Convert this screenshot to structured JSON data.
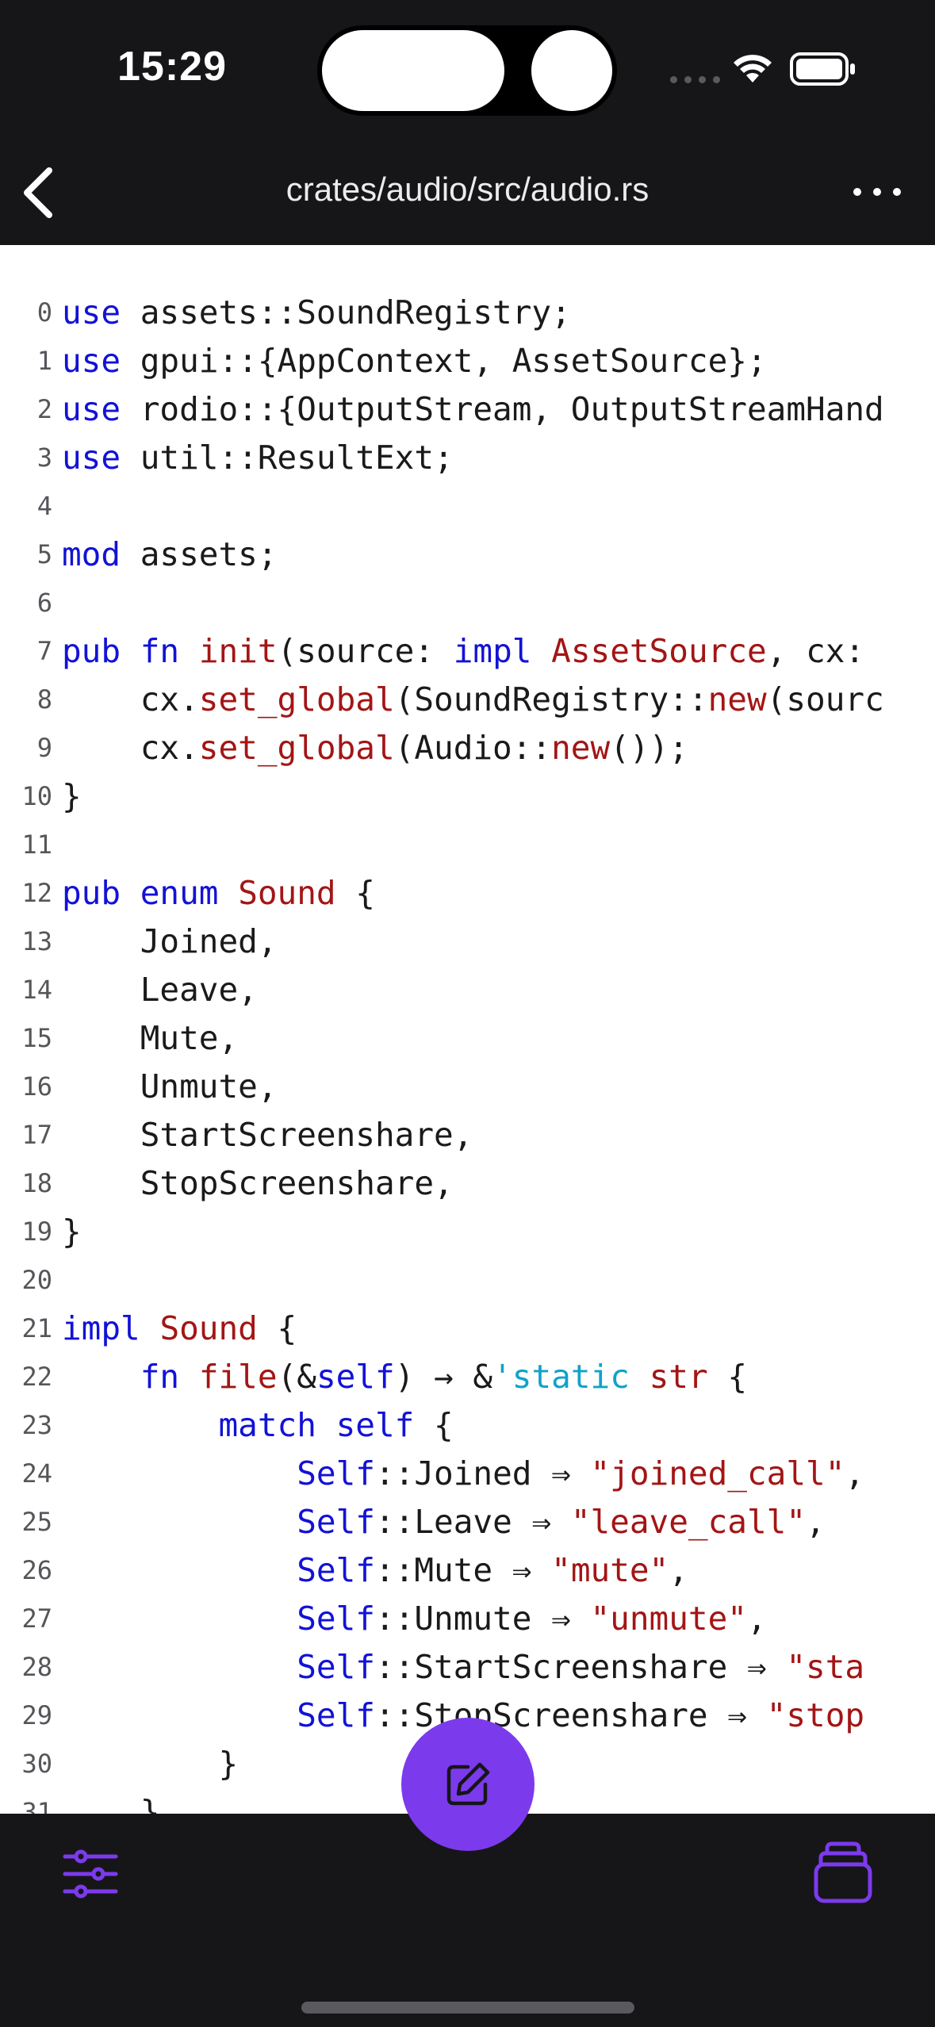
{
  "status_bar": {
    "time": "15:29"
  },
  "nav": {
    "title": "crates/audio/src/audio.rs"
  },
  "colors": {
    "accent": "#7c3aed",
    "background_dark": "#161618",
    "code_background": "#ffffff",
    "keyword": "#1212d6",
    "function": "#a31515",
    "string": "#a31515",
    "lifetime": "#0fa3c8"
  },
  "icons": {
    "back": "chevron-left-icon",
    "more": "ellipsis-icon",
    "edit": "pencil-square-icon",
    "settings": "sliders-icon",
    "stack": "layers-icon"
  },
  "code": {
    "language": "rust",
    "lines": [
      [
        [
          "kw",
          "use"
        ],
        [
          "p",
          " assets::SoundRegistry;"
        ]
      ],
      [
        [
          "kw",
          "use"
        ],
        [
          "p",
          " gpui::{AppContext, AssetSource};"
        ]
      ],
      [
        [
          "kw",
          "use"
        ],
        [
          "p",
          " rodio::{OutputStream, OutputStreamHand"
        ]
      ],
      [
        [
          "kw",
          "use"
        ],
        [
          "p",
          " util::ResultExt;"
        ]
      ],
      [],
      [
        [
          "kw",
          "mod"
        ],
        [
          "p",
          " assets;"
        ]
      ],
      [],
      [
        [
          "kw",
          "pub"
        ],
        [
          "p",
          " "
        ],
        [
          "kw",
          "fn"
        ],
        [
          "p",
          " "
        ],
        [
          "fn",
          "init"
        ],
        [
          "p",
          "(source: "
        ],
        [
          "kw",
          "impl"
        ],
        [
          "p",
          " "
        ],
        [
          "ty",
          "AssetSource"
        ],
        [
          "p",
          ", cx:"
        ]
      ],
      [
        [
          "p",
          "    cx."
        ],
        [
          "fn",
          "set_global"
        ],
        [
          "p",
          "(SoundRegistry::"
        ],
        [
          "fn",
          "new"
        ],
        [
          "p",
          "(sourc"
        ]
      ],
      [
        [
          "p",
          "    cx."
        ],
        [
          "fn",
          "set_global"
        ],
        [
          "p",
          "(Audio::"
        ],
        [
          "fn",
          "new"
        ],
        [
          "p",
          "());"
        ]
      ],
      [
        [
          "p",
          "}"
        ]
      ],
      [],
      [
        [
          "kw",
          "pub"
        ],
        [
          "p",
          " "
        ],
        [
          "kw",
          "enum"
        ],
        [
          "p",
          " "
        ],
        [
          "ty",
          "Sound"
        ],
        [
          "p",
          " {"
        ]
      ],
      [
        [
          "p",
          "    Joined,"
        ]
      ],
      [
        [
          "p",
          "    Leave,"
        ]
      ],
      [
        [
          "p",
          "    Mute,"
        ]
      ],
      [
        [
          "p",
          "    Unmute,"
        ]
      ],
      [
        [
          "p",
          "    StartScreenshare,"
        ]
      ],
      [
        [
          "p",
          "    StopScreenshare,"
        ]
      ],
      [
        [
          "p",
          "}"
        ]
      ],
      [],
      [
        [
          "kw",
          "impl"
        ],
        [
          "p",
          " "
        ],
        [
          "ty",
          "Sound"
        ],
        [
          "p",
          " {"
        ]
      ],
      [
        [
          "p",
          "    "
        ],
        [
          "kw",
          "fn"
        ],
        [
          "p",
          " "
        ],
        [
          "fn",
          "file"
        ],
        [
          "p",
          "(&"
        ],
        [
          "kw",
          "self"
        ],
        [
          "p",
          ") → &"
        ],
        [
          "lt",
          "'static"
        ],
        [
          "p",
          " "
        ],
        [
          "ty",
          "str"
        ],
        [
          "p",
          " {"
        ]
      ],
      [
        [
          "p",
          "        "
        ],
        [
          "kw",
          "match"
        ],
        [
          "p",
          " "
        ],
        [
          "kw",
          "self"
        ],
        [
          "p",
          " {"
        ]
      ],
      [
        [
          "p",
          "            "
        ],
        [
          "kw",
          "Self"
        ],
        [
          "p",
          "::Joined ⇒ "
        ],
        [
          "str",
          "\"joined_call\""
        ],
        [
          "p",
          ","
        ]
      ],
      [
        [
          "p",
          "            "
        ],
        [
          "kw",
          "Self"
        ],
        [
          "p",
          "::Leave ⇒ "
        ],
        [
          "str",
          "\"leave_call\""
        ],
        [
          "p",
          ","
        ]
      ],
      [
        [
          "p",
          "            "
        ],
        [
          "kw",
          "Self"
        ],
        [
          "p",
          "::Mute ⇒ "
        ],
        [
          "str",
          "\"mute\""
        ],
        [
          "p",
          ","
        ]
      ],
      [
        [
          "p",
          "            "
        ],
        [
          "kw",
          "Self"
        ],
        [
          "p",
          "::Unmute ⇒ "
        ],
        [
          "str",
          "\"unmute\""
        ],
        [
          "p",
          ","
        ]
      ],
      [
        [
          "p",
          "            "
        ],
        [
          "kw",
          "Self"
        ],
        [
          "p",
          "::StartScreenshare ⇒ "
        ],
        [
          "str",
          "\"sta"
        ]
      ],
      [
        [
          "p",
          "            "
        ],
        [
          "kw",
          "Self"
        ],
        [
          "p",
          "::StopScreenshare ⇒ "
        ],
        [
          "str",
          "\"stop"
        ]
      ],
      [
        [
          "p",
          "        }"
        ]
      ],
      [
        [
          "p",
          "    }"
        ]
      ]
    ]
  }
}
